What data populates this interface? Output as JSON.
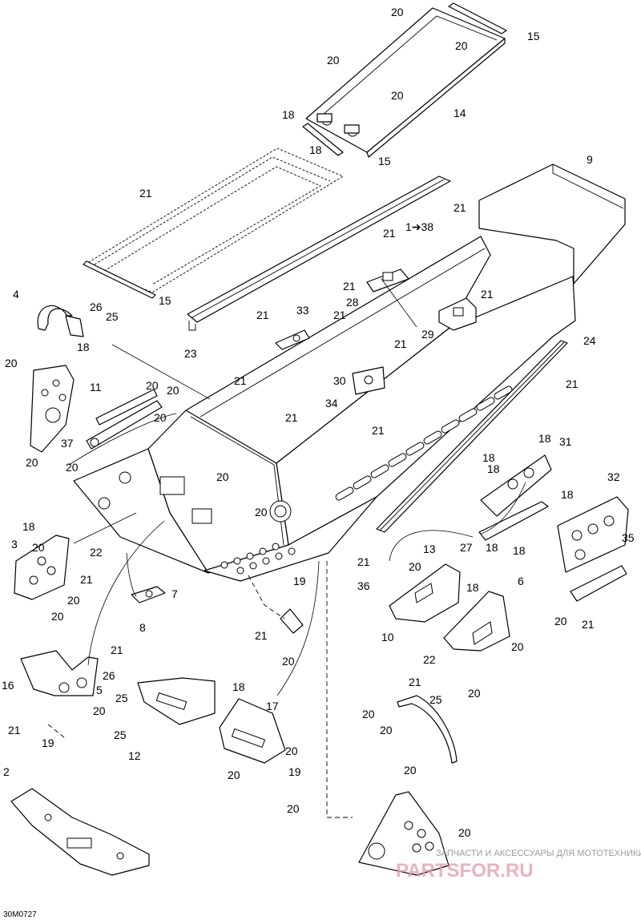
{
  "drawing_code": "30M0727",
  "watermark": {
    "line1": "ЗАПЧАСТИ И АКСЕССУАРЫ ДЛЯ МОТОТЕХНИКИ",
    "line2": "PARTSFOR.RU"
  },
  "callouts": {
    "c1": "20",
    "c2": "20",
    "c3": "15",
    "c4": "20",
    "c5": "20",
    "c6": "14",
    "c7": "18",
    "c8": "18",
    "c9": "15",
    "c10": "21",
    "c11": "9",
    "c12": "21",
    "c13": "1➔38",
    "c14": "21",
    "c15": "15",
    "c16": "4",
    "c17": "26",
    "c18": "25",
    "c19": "18",
    "c20": "21",
    "c21": "28",
    "c22": "21",
    "c23": "33",
    "c24": "21",
    "c25": "21",
    "c26": "21",
    "c27": "29",
    "c28": "23",
    "c29": "21",
    "c30": "24",
    "c31": "20",
    "c32": "11",
    "c33": "30",
    "c34": "21",
    "c35": "34",
    "c36": "20",
    "c37": "20",
    "c38": "20",
    "c39": "21",
    "c40": "21",
    "c41": "37",
    "c42": "20",
    "c43": "18",
    "c44": "31",
    "c45": "20",
    "c46": "18",
    "c47": "32",
    "c48": "20",
    "c49": "18",
    "c50": "18",
    "c51": "18",
    "c52": "35",
    "c53": "18",
    "c54": "3",
    "c55": "20",
    "c56": "20",
    "c57": "27",
    "c58": "18",
    "c59": "22",
    "c60": "13",
    "c61": "21",
    "c62": "19",
    "c63": "21",
    "c64": "20",
    "c65": "20",
    "c66": "36",
    "c67": "18",
    "c68": "6",
    "c69": "7",
    "c70": "20",
    "c71": "20",
    "c72": "8",
    "c73": "21",
    "c74": "21",
    "c75": "10",
    "c76": "20",
    "c77": "20",
    "c78": "22",
    "c79": "21",
    "c80": "16",
    "c81": "26",
    "c82": "5",
    "c83": "20",
    "c84": "25",
    "c85": "18",
    "c86": "21",
    "c87": "25",
    "c88": "20",
    "c89": "20",
    "c90": "17",
    "c91": "21",
    "c92": "20",
    "c93": "25",
    "c94": "19",
    "c95": "20",
    "c96": "12",
    "c97": "20",
    "c98": "2",
    "c99": "20",
    "c100": "19",
    "c101": "20",
    "c102": "20"
  }
}
